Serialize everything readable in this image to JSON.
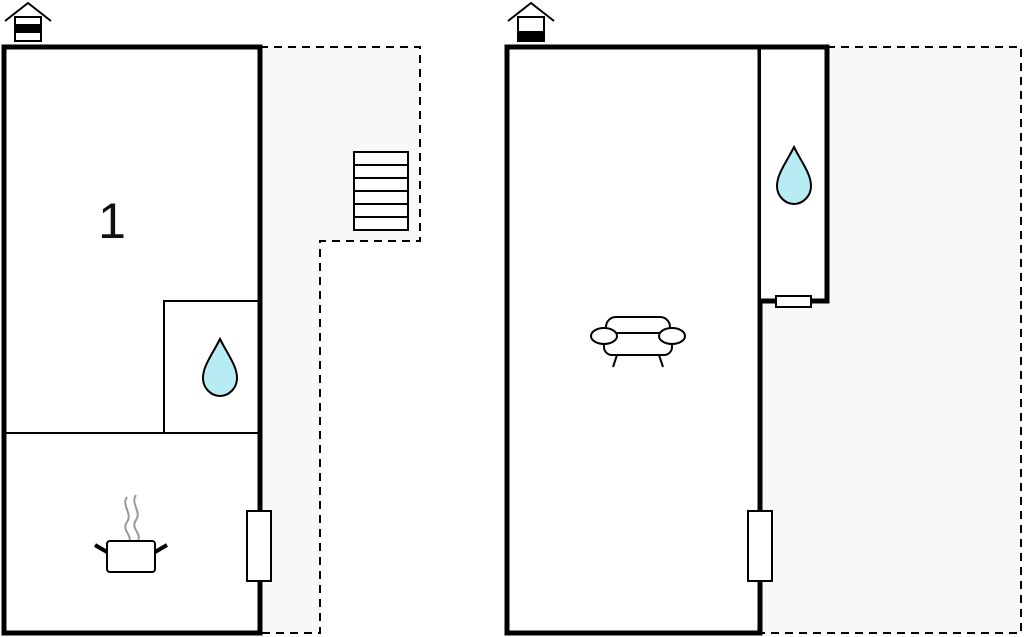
{
  "floors": [
    {
      "id": "ground-floor",
      "floor_icon": "house-ground-floor-icon",
      "rooms": [
        {
          "type": "bedroom",
          "label": "1"
        },
        {
          "type": "bathroom",
          "icon": "water-drop-icon"
        },
        {
          "type": "kitchen",
          "icon": "cooking-pot-icon"
        }
      ],
      "features": [
        "door-icon",
        "stairs-icon"
      ],
      "outdoor_area": "terrace"
    },
    {
      "id": "upper-floor",
      "floor_icon": "house-upper-floor-icon",
      "rooms": [
        {
          "type": "living-room",
          "icon": "sofa-icon"
        },
        {
          "type": "bathroom",
          "icon": "water-drop-icon"
        }
      ],
      "features": [
        "door-icon",
        "door-icon"
      ],
      "outdoor_area": "terrace"
    }
  ],
  "colors": {
    "wall": "#000000",
    "terrace_fill": "#f8f8f8",
    "water": "#b8ecf4",
    "steam": "#999999"
  }
}
